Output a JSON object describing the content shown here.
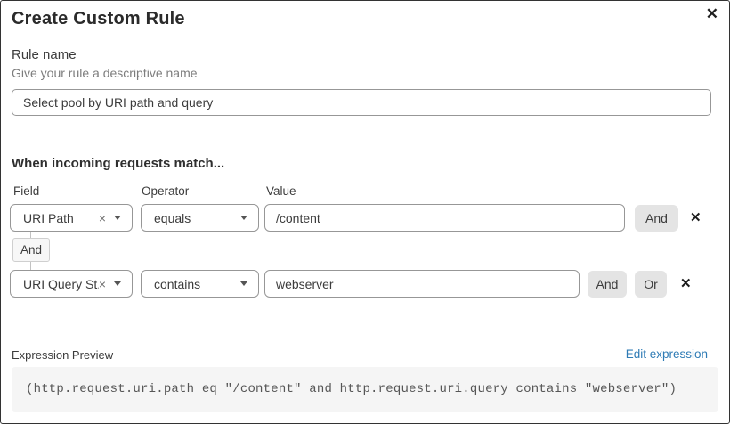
{
  "dialog": {
    "title": "Create Custom Rule"
  },
  "icons": {
    "close": "✕",
    "remove": "✕",
    "clear": "×"
  },
  "rule_name": {
    "label": "Rule name",
    "helper": "Give your rule a descriptive name",
    "value": "Select pool by URI path and query"
  },
  "matcher": {
    "heading": "When incoming requests match...",
    "columns": {
      "field": "Field",
      "operator": "Operator",
      "value": "Value"
    },
    "connector_label": "And",
    "and_label": "And",
    "or_label": "Or",
    "rows": [
      {
        "field": "URI Path",
        "operator": "equals",
        "value": "/content"
      },
      {
        "field": "URI Query St...",
        "operator": "contains",
        "value": "webserver"
      }
    ]
  },
  "expression": {
    "label": "Expression Preview",
    "edit_link": "Edit expression",
    "code": "(http.request.uri.path eq \"/content\" and http.request.uri.query contains \"webserver\")"
  },
  "colors": {
    "link_blue": "#2e7bb5",
    "button_gray": "#e4e4e4",
    "border_gray": "#979797",
    "code_bg": "#f5f5f5"
  }
}
